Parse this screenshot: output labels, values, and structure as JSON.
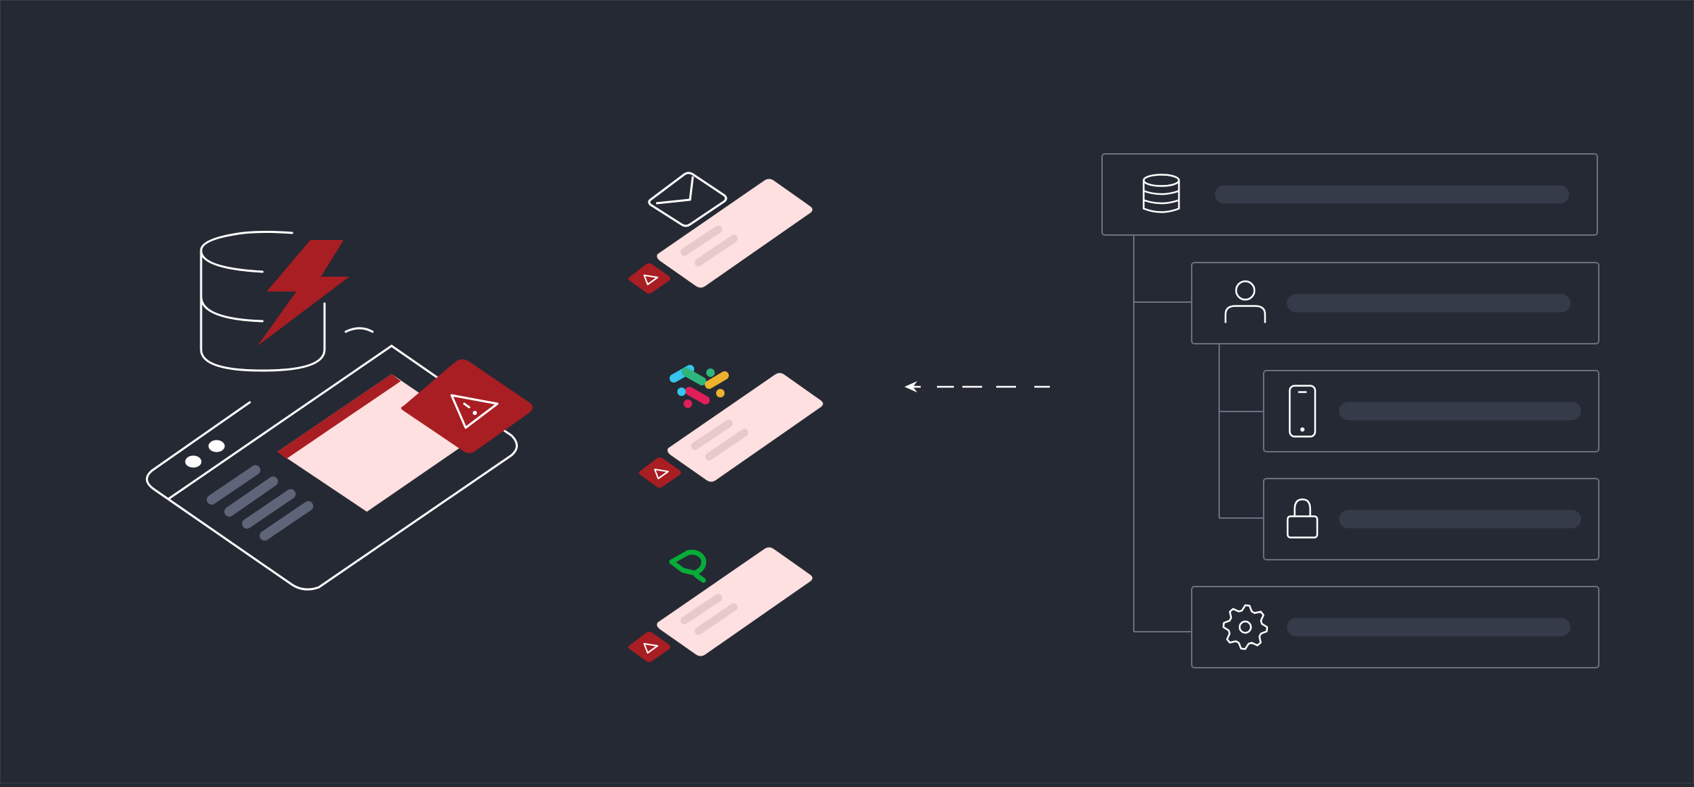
{
  "colors": {
    "background": "#252934",
    "line": "#ffffff",
    "alert_red": "#a81e22",
    "card_pink": "#fde0df",
    "card_bar": "#e8c9cb",
    "doc_bar": "#5e6579",
    "panel_border": "#6b7080",
    "panel_placeholder": "#363b49",
    "tree_line": "#6b7080",
    "slack": [
      "#36c5f0",
      "#2eb67d",
      "#ecb22e",
      "#e01e5a"
    ],
    "pagerduty": "#06ac38"
  },
  "left_illustration": {
    "database_icon": "database-icon",
    "lightning_icon": "lightning-bolt-icon",
    "alert_icon": "warning-triangle-icon"
  },
  "notification_channels": [
    {
      "name": "email-channel",
      "icon": "envelope-icon"
    },
    {
      "name": "slack-channel",
      "icon": "slack-logo-icon"
    },
    {
      "name": "pagerduty-channel",
      "icon": "pagerduty-logo-icon"
    }
  ],
  "connector": {
    "direction": "left",
    "style": "dashed-arrow"
  },
  "resource_tree": [
    {
      "icon": "database-icon",
      "level": 0
    },
    {
      "icon": "user-icon",
      "level": 1
    },
    {
      "icon": "mobile-phone-icon",
      "level": 2
    },
    {
      "icon": "lock-icon",
      "level": 2
    },
    {
      "icon": "gear-icon",
      "level": 1
    }
  ]
}
